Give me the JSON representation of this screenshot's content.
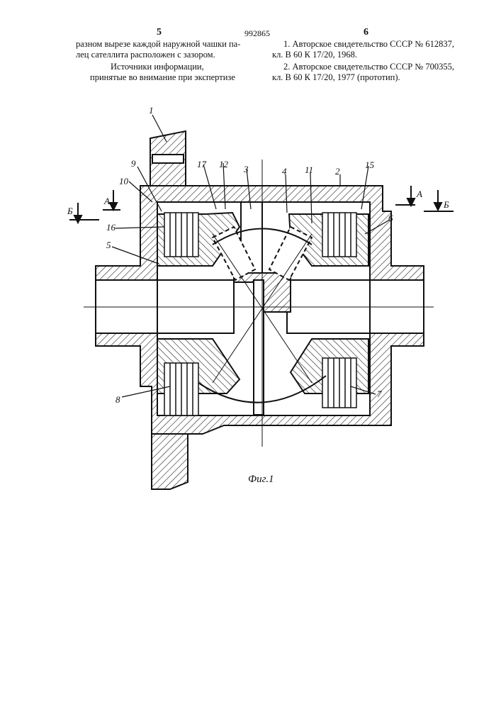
{
  "header": {
    "page_left": "5",
    "patent_number": "992865",
    "page_right": "6"
  },
  "left_column": {
    "line1": "разном вырезе каждой наружной чашки па-",
    "line2": "лец сателлита расположен с зазором.",
    "sources_title": "Источники информации,",
    "sources_subtitle": "принятые во внимание при экспертизе"
  },
  "right_column": {
    "ref1_line1": "1. Авторское свидетельство СССР № 612837,",
    "ref1_line2": "кл. В 60 К 17/20, 1968.",
    "ref2_line1": "2. Авторское свидетельство СССР № 700355,",
    "ref2_line2": "кл. В 60 К 17/20, 1977 (прототип)."
  },
  "figure": {
    "caption": "Фиг.1",
    "section_labels": {
      "A_left": "A",
      "A_right": "A",
      "B_left": "Б",
      "B_right": "Б"
    },
    "part_labels": {
      "p1": "1",
      "p2": "2",
      "p3": "3",
      "p4": "4",
      "p5": "5",
      "p6": "6",
      "p7": "7",
      "p8": "8",
      "p9": "9",
      "p10": "10",
      "p11": "11",
      "p12": "12",
      "p15": "15",
      "p16": "16",
      "p17": "17"
    }
  }
}
